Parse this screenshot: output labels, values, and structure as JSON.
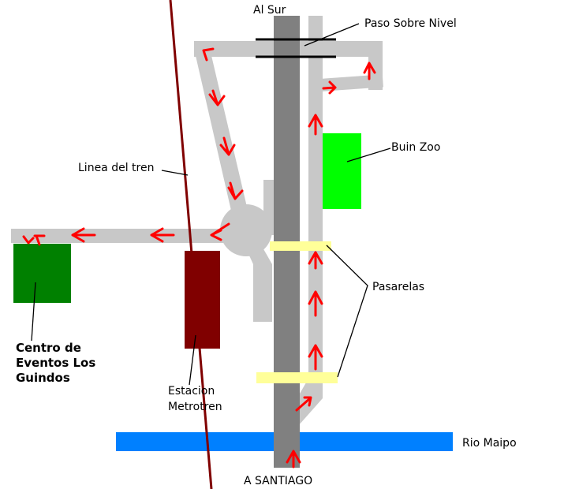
{
  "labels": {
    "al_sur": "Al Sur",
    "paso_sobre_nivel": "Paso Sobre Nivel",
    "buin_zoo": "Buin Zoo",
    "linea_del_tren": "Linea del tren",
    "pasarelas": "Pasarelas",
    "centro_line1": "Centro de",
    "centro_line2": "Eventos Los",
    "centro_line3": "Guindos",
    "estacion_line1": "Estacion",
    "estacion_line2": "Metrotren",
    "rio_maipo": "Rio Maipo",
    "a_santiago": "A SANTIAGO"
  },
  "colors": {
    "highway": "#808080",
    "road": "#c8c8c8",
    "railway": "#800000",
    "route_arrows": "#ff0000",
    "buin_zoo": "#00ff00",
    "centro_eventos": "#008000",
    "estacion": "#800000",
    "pasarelas": "#ffff99",
    "river": "#0080ff",
    "overpass": "#000000"
  },
  "legend_icons": [
    "arrow-icon"
  ]
}
